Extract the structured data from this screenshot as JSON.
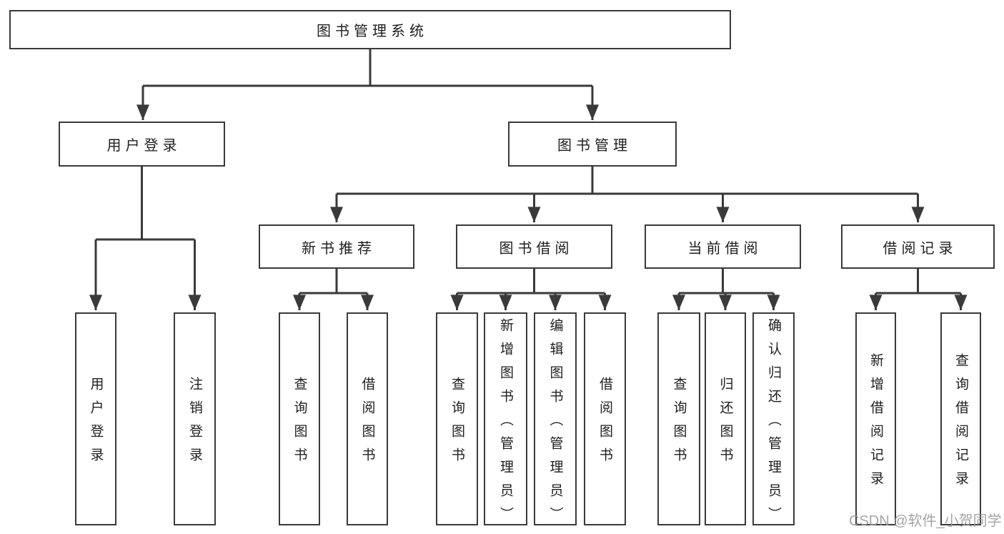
{
  "diagram": {
    "root": {
      "label": "图书管理系统"
    },
    "branches": [
      {
        "label": "用户登录",
        "children": [
          {
            "label": "用户登录"
          },
          {
            "label": "注销登录"
          }
        ]
      },
      {
        "label": "图书管理",
        "children": [
          {
            "label": "新书推荐",
            "children": [
              {
                "label": "查询图书"
              },
              {
                "label": "借阅图书"
              }
            ]
          },
          {
            "label": "图书借阅",
            "children": [
              {
                "label": "查询图书"
              },
              {
                "label": "新增图书（管理员）"
              },
              {
                "label": "编辑图书（管理员）"
              },
              {
                "label": "借阅图书"
              }
            ]
          },
          {
            "label": "当前借阅",
            "children": [
              {
                "label": "查询图书"
              },
              {
                "label": "归还图书"
              },
              {
                "label": "确认归还（管理员）"
              }
            ]
          },
          {
            "label": "借阅记录",
            "children": [
              {
                "label": "新增借阅记录"
              },
              {
                "label": "查询借阅记录"
              }
            ]
          }
        ]
      }
    ]
  },
  "watermark": {
    "text": "CSDN @软件_小贺同学"
  },
  "colors": {
    "line": "#3a3a3a",
    "text": "#1e1e1e",
    "background": "#ffffff",
    "watermark": "#989898"
  }
}
